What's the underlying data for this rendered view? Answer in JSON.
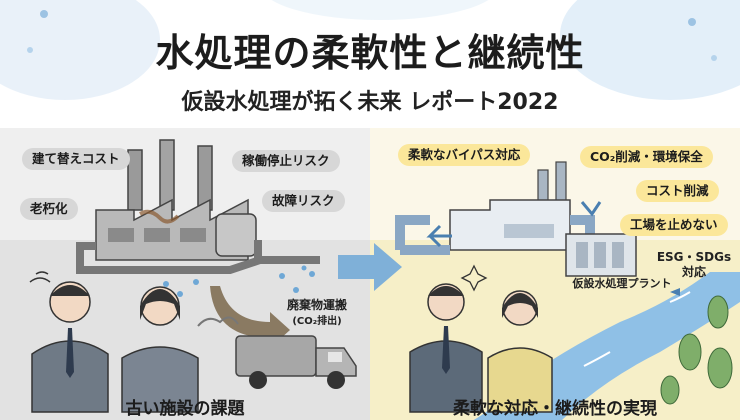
{
  "title": "水処理の柔軟性と継続性",
  "subtitle": "仮設水処理が拓く未来 レポート2022",
  "left": {
    "tags": [
      "建て替えコスト",
      "稼働停止リスク",
      "老朽化",
      "故障リスク"
    ],
    "waste_label": "廃棄物運搬",
    "waste_sub": "(CO₂排出)",
    "caption": "古い施設の課題"
  },
  "right": {
    "tags": [
      "柔軟なバイパス対応",
      "CO₂削減・環境保全",
      "コスト削減",
      "工場を止めない"
    ],
    "esg_line1": "ESG・SDGs",
    "esg_line2": "対応",
    "plant_label": "仮設水処理プラント",
    "caption": "柔軟な対応・継続性の実現"
  },
  "colors": {
    "left_bg": "#efefef",
    "right_bg": "#fbf7e8",
    "gray_tag": "#d7d7d7",
    "yellow_tag": "#fbe79a",
    "water_blue": "#6fa8d6",
    "arrow_blue": "#7fb0d8"
  }
}
